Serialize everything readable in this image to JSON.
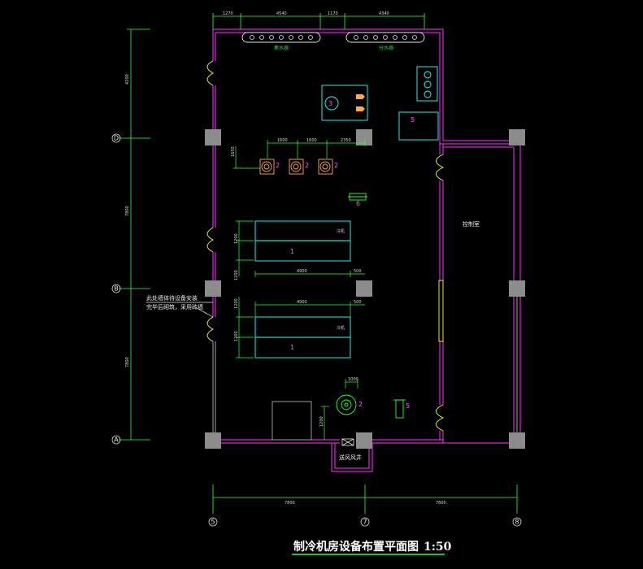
{
  "title": "制冷机房设备布置平面图",
  "scale": "1:50",
  "colors": {
    "background": "#000000",
    "wall": "#ff33ff",
    "dimension": "#33ff33",
    "equipment": "#33ffff",
    "column": "#8c8c8c",
    "door": "#ffff33",
    "pump": "#ffaa55"
  },
  "grid_axes": {
    "horizontal": [
      "D",
      "B",
      "A"
    ],
    "vertical": [
      "5",
      "7",
      "8"
    ]
  },
  "top_dimensions": [
    "1270",
    "4540",
    "1170",
    "4340"
  ],
  "left_dimensions": [
    "4200",
    "7800",
    "7800"
  ],
  "bottom_dimensions": [
    "7800",
    "7800"
  ],
  "inner_dimensions": {
    "pump_spacing": [
      "1600",
      "1600",
      "2350"
    ],
    "pump_offset": "1650",
    "chiller_length": "4900",
    "chiller_offset": "500",
    "chiller_width": [
      "1200",
      "1200"
    ],
    "chiller2_length": "4900",
    "chiller2_offset": "500",
    "chiller2_width": [
      "1200",
      "1200"
    ],
    "tank_dia": "1000",
    "bottom_offset": "1200"
  },
  "labels": {
    "collector_left": "集水器",
    "collector_right": "分水器",
    "control_room": "控制室",
    "note_line1": "此处墙体待设备安装",
    "note_line2": "完毕后砌筑，采用砖墙",
    "exhaust": "送风风井",
    "chiller_tag": "冷机",
    "eq_tag": "3"
  },
  "equipment_numbers": {
    "chiller1": "1",
    "chiller2": "1",
    "pump1": "2",
    "pump2": "2",
    "pump3": "2",
    "tank": "2",
    "box": "5",
    "device": "5",
    "small": "6"
  }
}
